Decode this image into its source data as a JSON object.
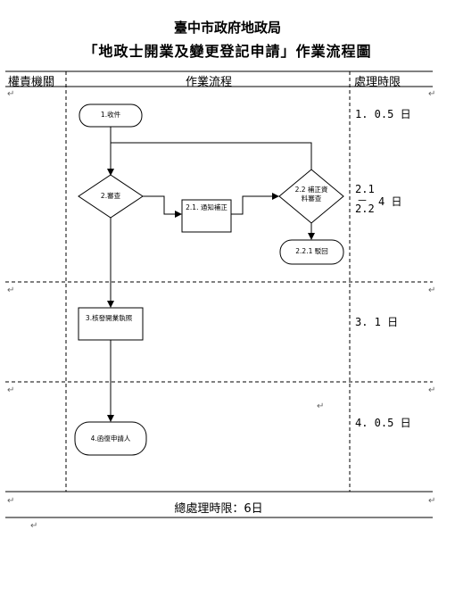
{
  "document": {
    "office": "臺中市政府地政局",
    "form_title": "「地政士開業及變更登記申請」作業流程圖"
  },
  "table": {
    "headers": {
      "agency": "權責機關",
      "process": "作業流程",
      "time_limit": "處理時限"
    },
    "footer": "總處理時限：6日"
  },
  "flow": {
    "step1": "1.收件",
    "step2": "2.審查",
    "step2_1": "2.1. 通知補正",
    "step2_2": "2.2 補正資料審查",
    "step2_2_1": "2.2.1 駁回",
    "step3": "3.核發開業執照",
    "step4": "4.函復申請人"
  },
  "time_limits": {
    "row1_a": "1. 0.5 日",
    "row1_b_1": "2.1",
    "row1_b_2": "－",
    "row1_b_3": "2.2",
    "row1_b_days": "4 日",
    "row2": "3.  1 日",
    "row3": "4.  0.5 日"
  },
  "colors": {
    "line": "#000000",
    "paragraph_mark": "#666666"
  }
}
